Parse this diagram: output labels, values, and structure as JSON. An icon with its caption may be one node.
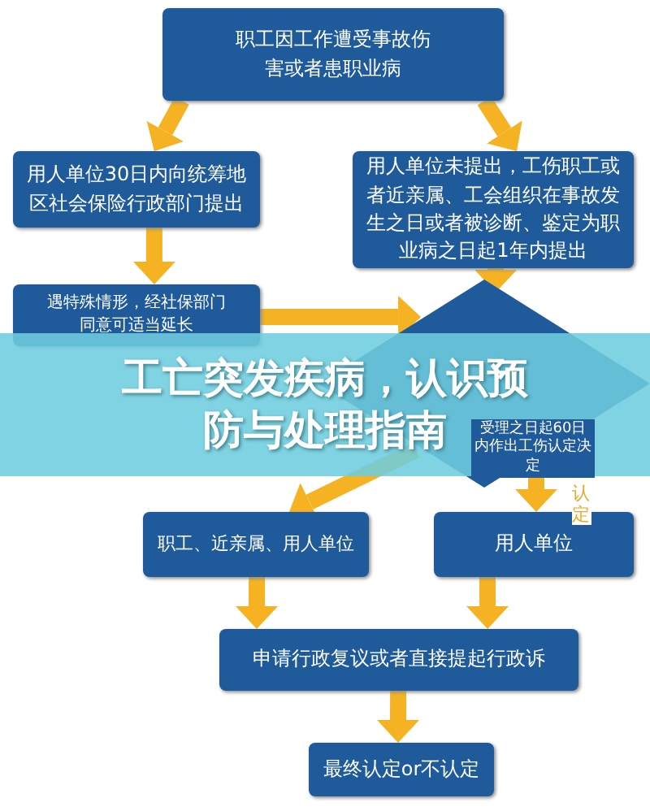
{
  "diagram": {
    "title": "工亡突发疾病，认识预防与处理指南",
    "nodes": [
      {
        "text": [
          "职工因工作遭受事故伤害或者患职业病"
        ]
      },
      {
        "text": [
          "用人单位30日内向统筹地区社会保险行政部门提出"
        ]
      },
      {
        "text": [
          "用人单位未提出，工伤职工或者近亲属、工会组织在事故发生之日或者被诊断、鉴定为职业病之日起1年内提出"
        ]
      },
      {
        "text": [
          "遇特殊情形，经社保部门同意可适当延长"
        ]
      },
      {
        "text": [
          "受理之日起60日内作出工伤认定决定"
        ]
      },
      {
        "text": [
          "职工、近亲属、用人单位"
        ]
      },
      {
        "text": [
          "用人单位"
        ]
      },
      {
        "text": [
          "申请行政复议或者直接提起行政诉"
        ]
      },
      {
        "text": [
          "最终认定or不认定"
        ]
      }
    ],
    "edges": [
      {
        "from": 0,
        "to": 1,
        "arrow": "to"
      },
      {
        "from": 0,
        "to": 2,
        "arrow": "to"
      },
      {
        "from": 1,
        "to": 3,
        "arrow": "to"
      },
      {
        "from": 3,
        "to": 4,
        "arrow": "to"
      },
      {
        "from": 2,
        "to": 4,
        "arrow": "to"
      },
      {
        "from": 4,
        "to": 5,
        "arrow": "to"
      },
      {
        "from": 4,
        "to": 6,
        "arrow": "to",
        "label": "认定"
      },
      {
        "from": 5,
        "to": 7,
        "arrow": "to"
      },
      {
        "from": 6,
        "to": 7,
        "arrow": "to"
      },
      {
        "from": 7,
        "to": 8,
        "arrow": "to"
      }
    ]
  }
}
